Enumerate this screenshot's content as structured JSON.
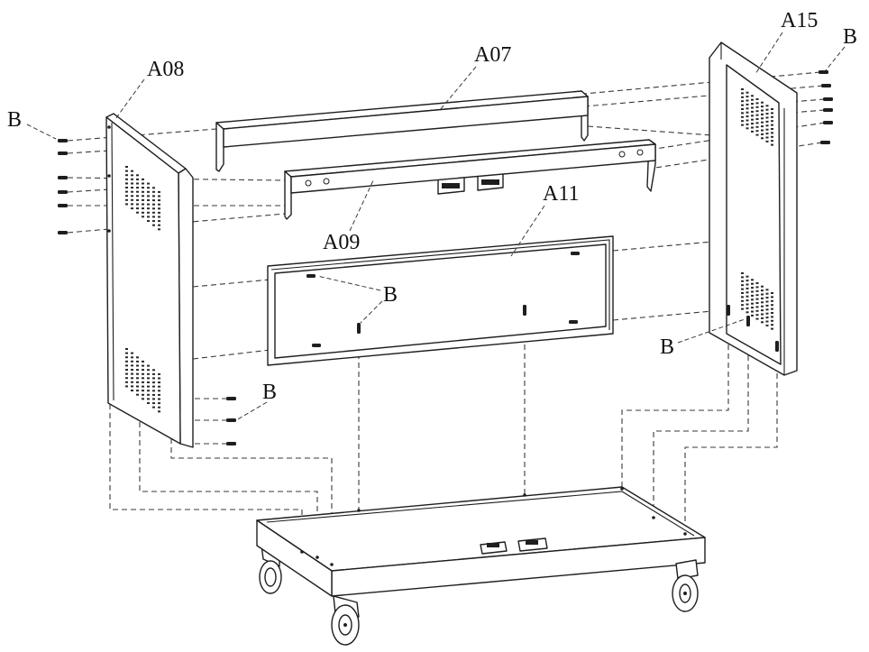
{
  "diagram": {
    "labels": {
      "a08": "A08",
      "a07": "A07",
      "a15": "A15",
      "a09": "A09",
      "a11": "A11",
      "b_top_left": "B",
      "b_top_right": "B",
      "b_middle": "B",
      "b_lower_left": "B",
      "b_lower_right": "B"
    }
  }
}
